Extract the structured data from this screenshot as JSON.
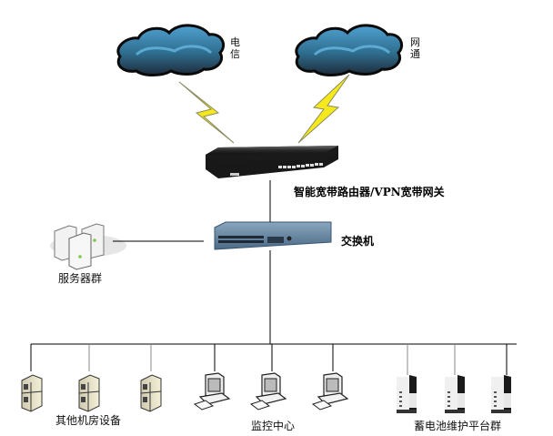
{
  "isp_clouds": [
    {
      "label": "电信"
    },
    {
      "label": "网通"
    }
  ],
  "router": {
    "label": "智能宽带路由器/VPN宽带网关"
  },
  "switch": {
    "label": "交换机"
  },
  "server_farm": {
    "label": "服务器群"
  },
  "groups": [
    {
      "label": "其他机房设备",
      "device_count": 3,
      "device_type": "server-rack-icon"
    },
    {
      "label": "监控中心",
      "device_count": 3,
      "device_type": "desktop-computer-icon"
    },
    {
      "label": "蓄电池维护平台群",
      "device_count": 3,
      "device_type": "battery-cabinet-icon"
    }
  ],
  "colors": {
    "cloud_dark": "#1e2b3a",
    "cloud_mid": "#2f6e8f",
    "cloud_light": "#4fa0d0",
    "lightning": "#f5e81c",
    "line": "#000000",
    "router_body": "#2a2a2a",
    "switch_body": "#5a7f9e"
  }
}
